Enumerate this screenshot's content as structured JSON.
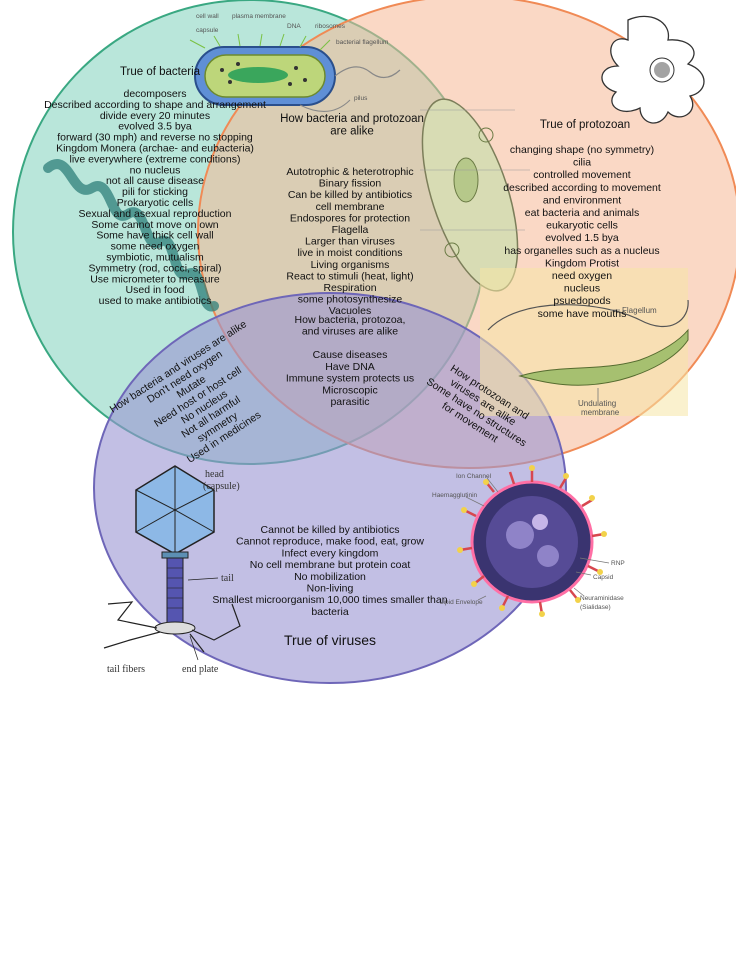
{
  "bacteria": {
    "header": "True of bacteria",
    "lines": [
      "decomposers",
      "Described according to shape and arrangement",
      "divide every 20 minutes",
      "evolved 3.5 bya",
      "forward (30 mph) and reverse no stopping",
      "Kingdom Monera (archae- and eubacteria)",
      "live everywhere (extreme conditions)",
      "no nucleus",
      "not all cause disease",
      "pili for sticking",
      "Prokaryotic cells",
      "Sexual and asexual reproduction",
      "Some cannot move on own",
      "Some have thick cell wall",
      "some need oxygen",
      "symbiotic, mutualism",
      "Symmetry (rod, cocci, spiral)",
      "Use micrometer to measure",
      "Used in food",
      "used to make antibiotics"
    ],
    "image_labels": [
      "capsule",
      "cell wall",
      "plasma membrane",
      "DNA",
      "ribosomes",
      "bacterial flagellum",
      "pilus"
    ]
  },
  "protozoan": {
    "header": "True of protozoan",
    "lines": [
      "changing shape (no symmetry)",
      "cilia",
      "controlled movement",
      "described according to movement",
      "and environment",
      "eat bacteria and animals",
      "eukaryotic cells",
      "evolved 1.5 bya",
      "has organelles such as a nucleus",
      "Kingdom Protist",
      "need oxygen",
      "nucleus",
      "psuedopods",
      "some have mouths"
    ],
    "image_labels": [
      "Flagellum",
      "Undulating",
      "membrane"
    ]
  },
  "bacteria_protozoan": {
    "header_lines": [
      "How bacteria and protozoan",
      "are alike"
    ],
    "lines": [
      "Autotrophic & heterotrophic",
      "Binary fission",
      "Can be killed by antibiotics",
      "cell membrane",
      "Endospores for protection",
      "Flagella",
      "Larger than viruses",
      "live in moist conditions",
      "Living organisms",
      "React to stimuli (heat, light)",
      "Respiration",
      "some photosynthesize",
      "Vacuoles"
    ]
  },
  "all_three": {
    "header_lines": [
      "How bacteria, protozoa,",
      "and viruses are alike"
    ],
    "lines": [
      "Cause diseases",
      "Have DNA",
      "Immune system protects us",
      "Microscopic",
      "parasitic"
    ]
  },
  "bacteria_viruses": {
    "lines": [
      "How bacteria and viruses are alike",
      "Don't need oxygen",
      "Mutate",
      "Need host or host cell",
      "No nucleus",
      "Not all harmful",
      "symmetry",
      "Used in medicines"
    ]
  },
  "protozoan_viruses": {
    "lines": [
      "How protozoan and",
      "viruses are alike",
      "Some have no structures",
      "for movement"
    ]
  },
  "viruses": {
    "header": "True of viruses",
    "lines": [
      "Cannot be killed by antibiotics",
      "Cannot reproduce, make food, eat, grow",
      "Infect every kingdom",
      "No cell membrane but protein coat",
      "No mobilization",
      "Non-living",
      "Smallest microorganism 10,000 times smaller than",
      "bacteria"
    ],
    "phage_labels": {
      "head": "head",
      "capsule": "(capsule)",
      "tail": "tail",
      "tail_fibers": "tail fibers",
      "end_plate": "end plate"
    },
    "influenza_labels": [
      "Ion Channel",
      "Haemagglutinin",
      "RNP",
      "Capsid",
      "Neuraminidase",
      "(Sialidase)",
      "Lipid Envelope"
    ]
  },
  "colors": {
    "bacteria_fill": "#7fd1bc",
    "protozoan_fill": "#f6c2a4",
    "virus_fill": "#a9a4d8",
    "bacteria_stroke": "#3aa882",
    "protozoan_stroke": "#f08a55",
    "virus_stroke": "#6e66b8"
  }
}
